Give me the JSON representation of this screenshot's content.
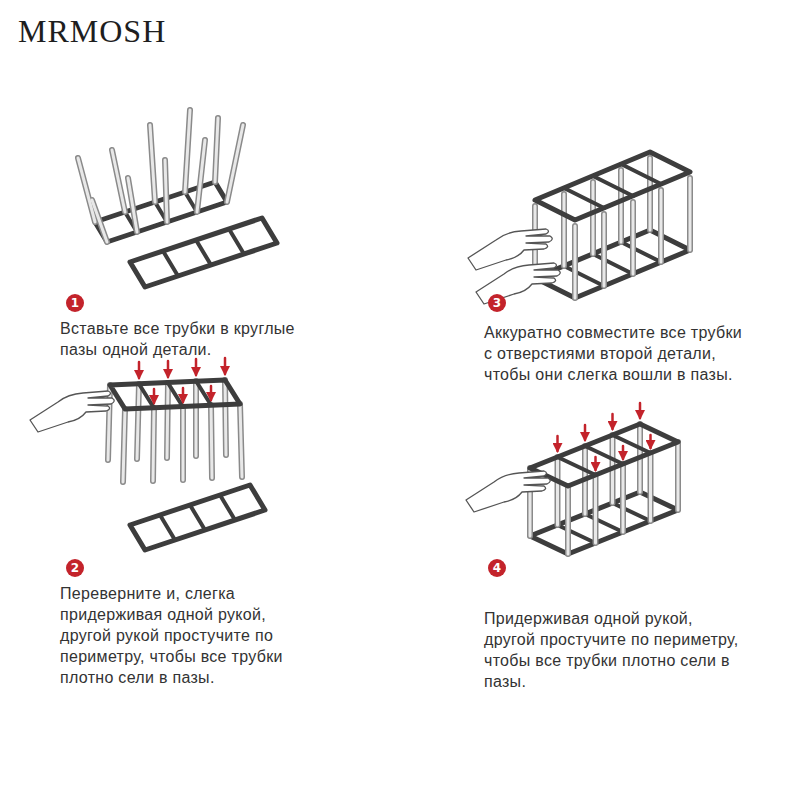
{
  "diagram": {
    "nodes": [
      {
        "text": [
          "1"
        ]
      },
      {
        "text": [
          "2"
        ]
      },
      {
        "text": [
          "3"
        ]
      },
      {
        "text": [
          "4"
        ]
      }
    ],
    "labels": [
      "MRMOSH",
      "Вставьте все трубки в круглые пазы одной детали.",
      "Переверните и, слегка придерживая одной рукой, другой рукой простучите по периметру, чтобы все трубки плотно сели в пазы.",
      "Аккуратно совместите все трубки с отверстиями второй детали, чтобы они слегка вошли в пазы.",
      "Придерживая одной рукой, другой простучите по периметру, чтобы все трубки плотно сели в пазы."
    ]
  }
}
